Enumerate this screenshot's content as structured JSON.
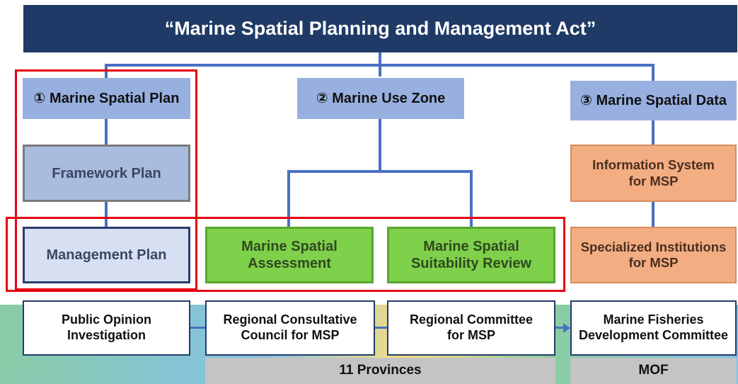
{
  "title": "“Marine Spatial Planning and Management Act”",
  "categories": [
    {
      "label": "① Marine Spatial Plan"
    },
    {
      "label": "② Marine Use Zone"
    },
    {
      "label": "③ Marine Spatial Data"
    }
  ],
  "plans": {
    "framework": "Framework Plan",
    "management": "Management Plan"
  },
  "zones": {
    "assessment": "Marine Spatial\nAssessment",
    "suitability": "Marine Spatial\nSuitability Review"
  },
  "data_boxes": {
    "information_system": "Information System\nfor MSP",
    "institutions": "Specialized Institutions\nfor MSP"
  },
  "process": [
    {
      "label": "Public Opinion\nInvestigation"
    },
    {
      "label": "Regional Consultative\nCouncil for MSP"
    },
    {
      "label": "Regional Committee\nfor MSP"
    },
    {
      "label": "Marine Fisheries\nDevelopment Committee"
    }
  ],
  "footers": {
    "provinces": "11 Provinces",
    "mof": "MOF"
  },
  "colors": {
    "title_bg": "#1f3a66",
    "category_bg": "#98b0e0",
    "green": "#7fd04a",
    "orange": "#f3ad82",
    "highlight_red": "#e60012",
    "connector_blue": "#4a70c4"
  }
}
